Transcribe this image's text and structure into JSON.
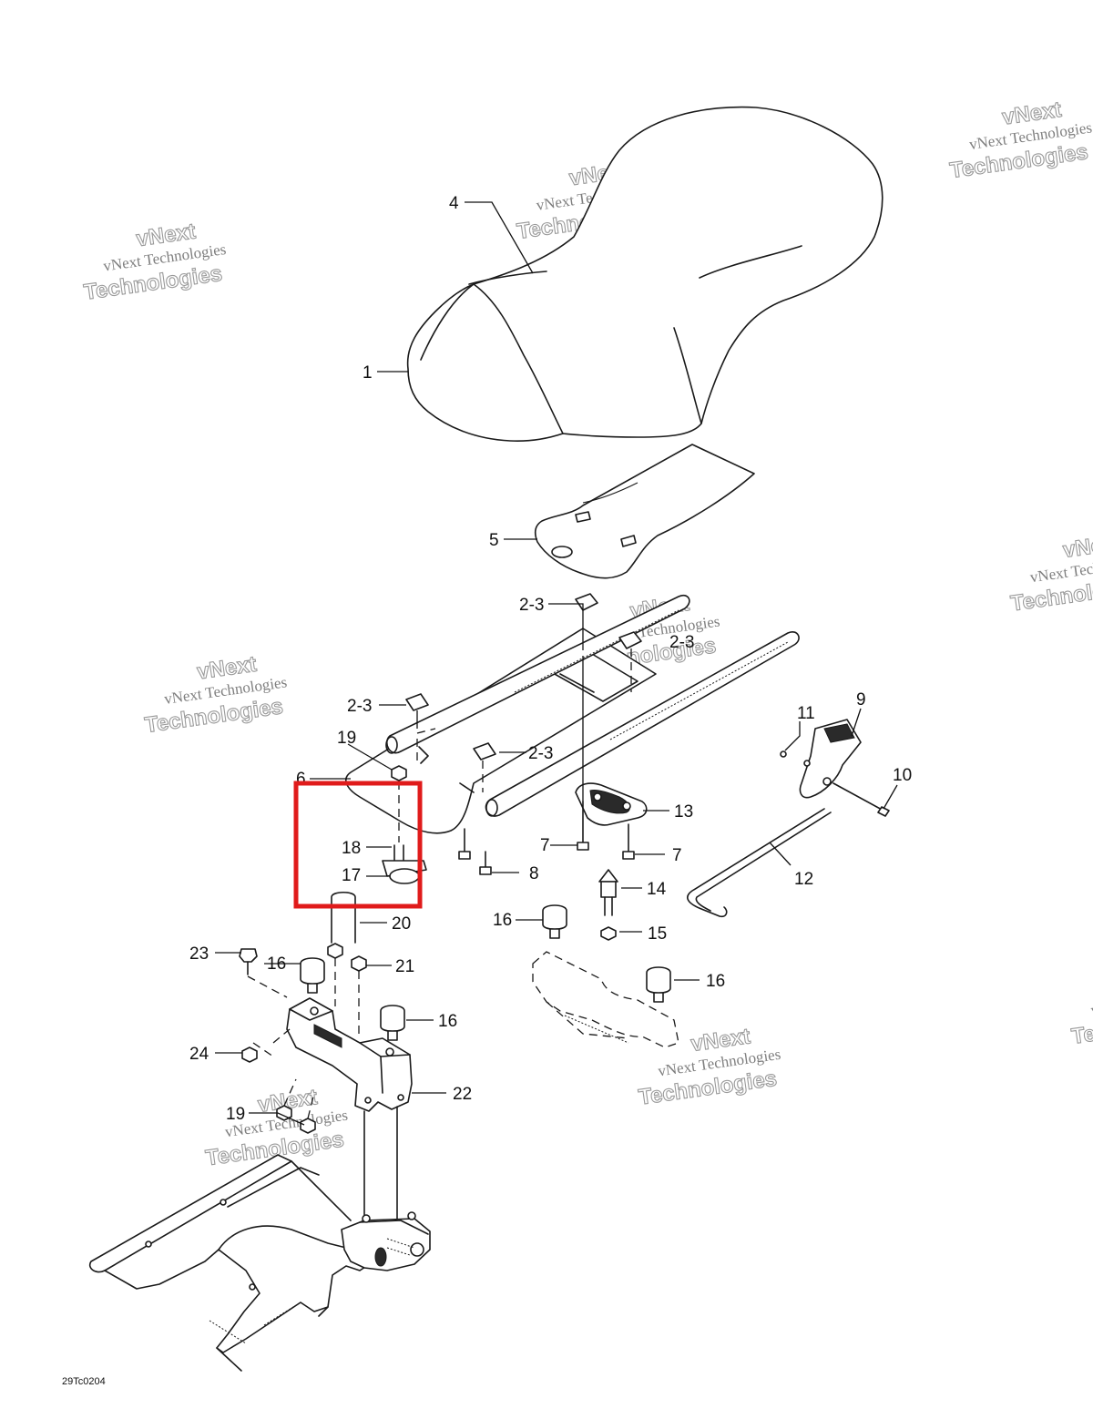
{
  "diagram_code": "29Tc0204",
  "watermark": {
    "brand": "vNext",
    "line1": "vNext Technologies",
    "line2": "Technologies"
  },
  "highlight_color": "#e01b1b",
  "parts": {
    "p1": "1",
    "p4": "4",
    "p5": "5",
    "p23a": "2-3",
    "p23b": "2-3",
    "p23c": "2-3",
    "p23d": "2-3",
    "p6": "6",
    "p7a": "7",
    "p7b": "7",
    "p8": "8",
    "p9": "9",
    "p10": "10",
    "p11": "11",
    "p12": "12",
    "p13": "13",
    "p14": "14",
    "p15": "15",
    "p16a": "16",
    "p16b": "16",
    "p16c": "16",
    "p16d": "16",
    "p17": "17",
    "p18": "18",
    "p19a": "19",
    "p19b": "19",
    "p20": "20",
    "p21": "21",
    "p22": "22",
    "p23": "23",
    "p24": "24"
  }
}
